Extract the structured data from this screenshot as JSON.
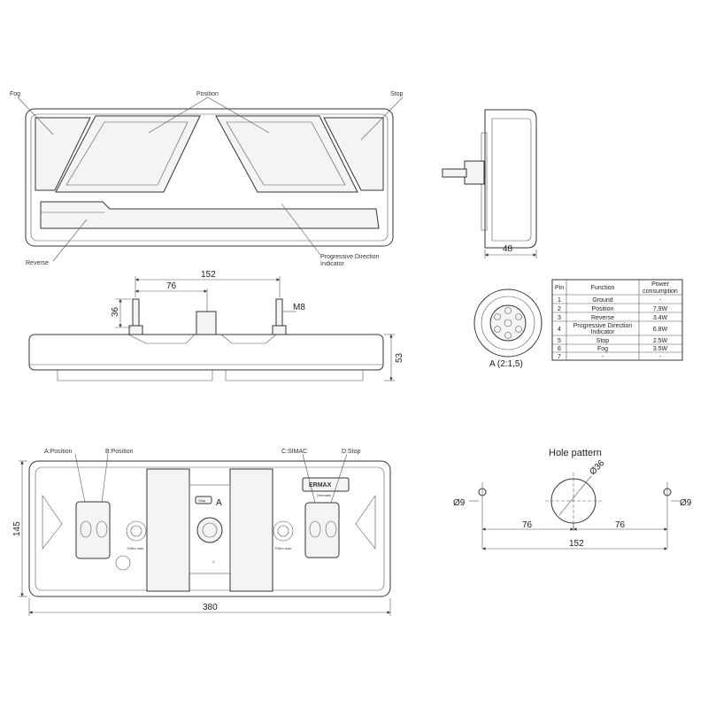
{
  "callouts": {
    "fog": "Fog",
    "position": "Position",
    "stop": "Stop",
    "reverse": "Reverse",
    "progressive_1": "Progressive Direction",
    "progressive_2": "Indicator"
  },
  "dimensions": {
    "w152": "152",
    "w76": "76",
    "h36": "36",
    "m8": "M8",
    "h53": "53",
    "d48": "48",
    "h145": "145",
    "w380": "380"
  },
  "connector_caption": "A (2:1,5)",
  "pin_table": {
    "headers": [
      "Pin",
      "Function",
      "Power consumption"
    ],
    "header_power_lines": [
      "Power",
      "consumption"
    ],
    "rows": [
      {
        "pin": "1",
        "function": "Ground",
        "power": "-"
      },
      {
        "pin": "2",
        "function": "Position",
        "power": "7.9W"
      },
      {
        "pin": "3",
        "function": "Reverse",
        "power": "3.4W"
      },
      {
        "pin": "4",
        "function_lines": [
          "Progressive Direction",
          "Indicator"
        ],
        "power": "6.8W"
      },
      {
        "pin": "5",
        "function": "Stop",
        "power": "2.5W"
      },
      {
        "pin": "6",
        "function": "Fog",
        "power": "3.5W"
      },
      {
        "pin": "7",
        "function": "-",
        "power": "-"
      }
    ]
  },
  "back_view": {
    "a_position": "A:Position",
    "b_position": "B:Position",
    "c_simac": "C:SIMAC",
    "d_stop": "D:Stop",
    "brand": "ERMAX",
    "brand_sub": "Denmark",
    "stop_tag": "Stop",
    "a_tag": "A",
    "c_tag": "C",
    "max": "70Nm max"
  },
  "hole_pattern": {
    "title": "Hole pattern",
    "d36": "Ø36",
    "d9_left": "Ø9",
    "d9_right": "Ø9",
    "w76_left": "76",
    "w76_right": "76",
    "w152": "152"
  }
}
